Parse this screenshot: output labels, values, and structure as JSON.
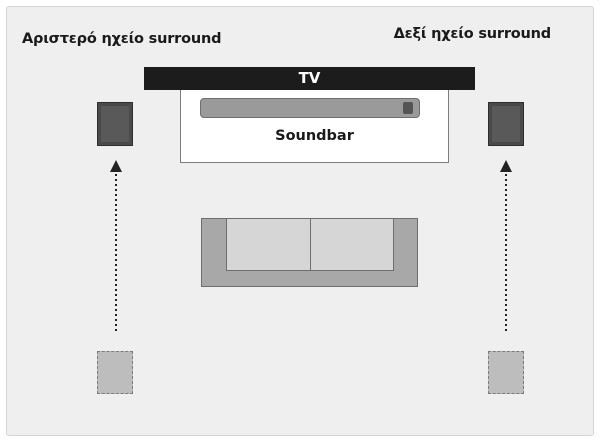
{
  "labels": {
    "left_surround": "Αριστερό ηχείο surround",
    "right_surround": "Δεξί ηχείο surround",
    "tv": "TV",
    "soundbar": "Soundbar"
  },
  "colors": {
    "background": "#efeff0",
    "tv_bar": "#1c1c1c",
    "speaker": "#595959",
    "speaker_ghost": "#bdbdbe",
    "sofa": "#a8a8a8",
    "cushion": "#d6d6d6"
  },
  "icons": {
    "left_speaker": "speaker-icon",
    "right_speaker": "speaker-icon",
    "left_ghost": "speaker-original-position-icon",
    "right_ghost": "speaker-original-position-icon",
    "arrow": "dotted-arrow-up-icon",
    "sofa": "sofa-icon",
    "soundbar": "soundbar-icon"
  }
}
